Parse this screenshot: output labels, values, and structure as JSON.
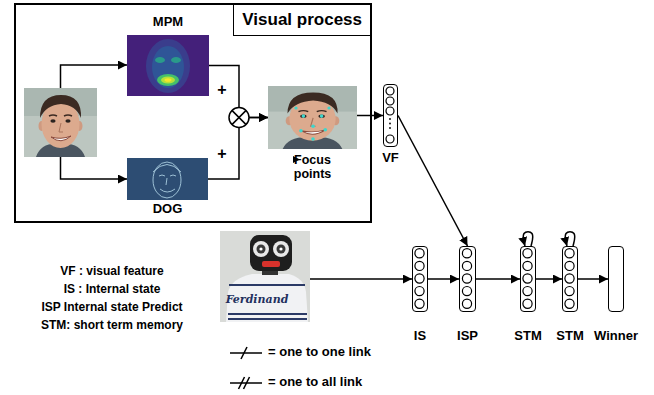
{
  "diagram": {
    "nodes": [
      {
        "text": [
          "Visual process"
        ]
      },
      {
        "text": [
          "MPM"
        ],
        "in": 0
      },
      {
        "text": [
          "DOG"
        ],
        "in": 0
      },
      {
        "text": [
          "Focus points"
        ],
        "in": 0
      },
      {
        "text": [
          "VF"
        ]
      },
      {
        "text": [
          "IS"
        ]
      },
      {
        "text": [
          "ISP"
        ]
      },
      {
        "text": [
          "STM"
        ]
      },
      {
        "text": [
          "STM"
        ]
      },
      {
        "text": [
          "Winner"
        ]
      }
    ],
    "edges": [
      {
        "from": 1,
        "to": 3,
        "arrow": "to"
      },
      {
        "from": 2,
        "to": 3,
        "arrow": "to"
      },
      {
        "from": 3,
        "to": 4,
        "arrow": "to"
      },
      {
        "from": 4,
        "to": 6,
        "arrow": "to"
      },
      {
        "from": 5,
        "to": 6,
        "arrow": "to"
      },
      {
        "from": 6,
        "to": 7,
        "arrow": "to"
      },
      {
        "from": 7,
        "to": 7,
        "arrow": "to"
      },
      {
        "from": 7,
        "to": 8,
        "arrow": "to"
      },
      {
        "from": 8,
        "to": 8,
        "arrow": "to"
      },
      {
        "from": 8,
        "to": 9,
        "arrow": "to"
      }
    ],
    "labels": [
      "+",
      "+",
      "Ferdinand",
      "VF : visual feature",
      "IS : Internal state",
      "ISP Internal state Predict",
      "STM: short term memory"
    ],
    "legend": [
      {
        "text": "= one to one link"
      },
      {
        "text": "= one to all link"
      }
    ]
  }
}
